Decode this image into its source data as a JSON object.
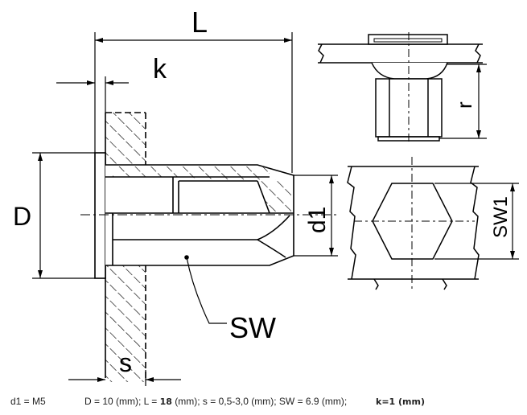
{
  "drawing": {
    "labels": {
      "L": "L",
      "k": "k",
      "D": "D",
      "d1": "d1",
      "SW": "SW",
      "s": "s",
      "r": "r",
      "SW1": "SW1"
    }
  },
  "caption": {
    "d1": "d1 = M5",
    "specs": "D = 10 (mm); L = ",
    "L_value": "18",
    "specs_rest": " (mm); s = 0,5-3,0 (mm); SW = 6.9 (mm);",
    "k": "k=1 (mm)"
  }
}
